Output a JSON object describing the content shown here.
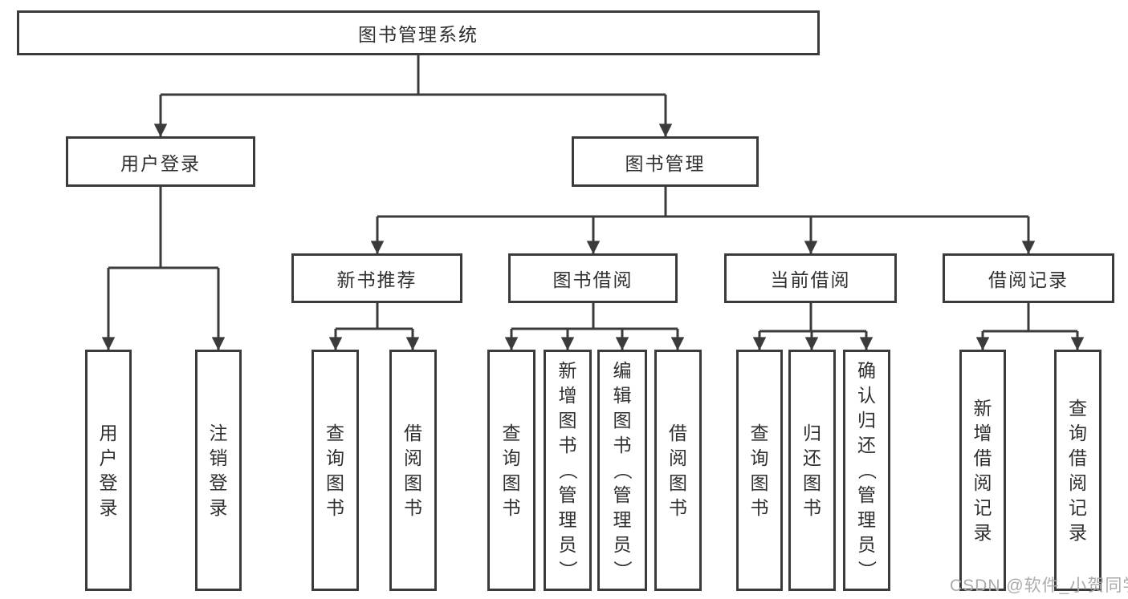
{
  "diagram": {
    "root": {
      "label": "图书管理系统"
    },
    "level2": [
      {
        "label": "用户登录",
        "children": [
          {
            "label": "用户登录"
          },
          {
            "label": "注销登录"
          }
        ]
      },
      {
        "label": "图书管理",
        "children": [
          {
            "label": "新书推荐",
            "children": [
              {
                "label": "查询图书"
              },
              {
                "label": "借阅图书"
              }
            ]
          },
          {
            "label": "图书借阅",
            "children": [
              {
                "label": "查询图书"
              },
              {
                "label": "新增图书（管理员）"
              },
              {
                "label": "编辑图书（管理员）"
              },
              {
                "label": "借阅图书"
              }
            ]
          },
          {
            "label": "当前借阅",
            "children": [
              {
                "label": "查询图书"
              },
              {
                "label": "归还图书"
              },
              {
                "label": "确认归还（管理员）"
              }
            ]
          },
          {
            "label": "借阅记录",
            "children": [
              {
                "label": "新增借阅记录"
              },
              {
                "label": "查询借阅记录"
              }
            ]
          }
        ]
      }
    ]
  },
  "watermark": {
    "text": "CSDN @软件_小贺同学"
  },
  "colors": {
    "line": "#3b3b3b",
    "text": "#2f2f2f",
    "watermark": "#a9abad",
    "background": "#ffffff"
  }
}
